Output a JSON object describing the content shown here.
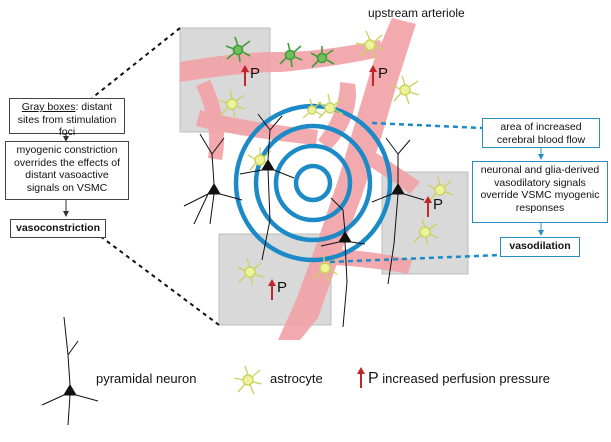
{
  "labels": {
    "upstream_arteriole": "upstream arteriole",
    "perfusion_marker": "P"
  },
  "left_boxes": {
    "gray_boxes_underlined": "Gray boxes",
    "gray_boxes_rest": ": distant sites from stimulation foci",
    "myogenic": "myogenic constriction overrides the effects of distant vasoactive signals on VSMC",
    "vasoconstriction": "vasoconstriction"
  },
  "right_boxes": {
    "increased_flow": "area of increased cerebral blood flow",
    "vasodilatory": "neuronal and glia-derived vasodilatory signals override VSMC myogenic responses",
    "vasodilation": "vasodilation"
  },
  "legend": {
    "neuron": "pyramidal neuron",
    "astrocyte": "astrocyte",
    "perfusion": "increased perfusion pressure"
  },
  "colors": {
    "vessel": "#f2a3a8",
    "gray_box": "#d9d9d9",
    "rings": "#1b8ac7",
    "arrow_red": "#c0262c",
    "astrocyte": "#e6f08a",
    "astrocyte_green": "#3f9e3a"
  }
}
